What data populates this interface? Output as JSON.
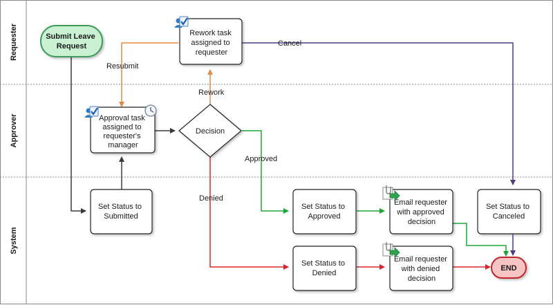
{
  "lanes": {
    "requester": "Requester",
    "approver": "Approver",
    "system": "System"
  },
  "nodes": {
    "start": [
      "Submit Leave",
      "Request"
    ],
    "rework": [
      "Rework task",
      "assigned to",
      "requester"
    ],
    "approval": [
      "Approval task",
      "assigned to",
      "requester's",
      "manager"
    ],
    "decision": "Decision",
    "submitted": [
      "Set Status to",
      "Submitted"
    ],
    "approved": [
      "Set Status to",
      "Approved"
    ],
    "denied": [
      "Set Status to",
      "Denied"
    ],
    "canceled": [
      "Set Status to",
      "Canceled"
    ],
    "email_approved": [
      "Email requester",
      "with approved",
      "decision"
    ],
    "email_denied": [
      "Email requester",
      "with denied",
      "decision"
    ],
    "end": "END"
  },
  "edges": {
    "resubmit": "Resubmit",
    "cancel": "Cancel",
    "rework": "Rework",
    "approved": "Approved",
    "denied": "Denied"
  },
  "colors": {
    "start_fill": "#c9f0d2",
    "start_stroke": "#3f9a5a",
    "end_fill": "#f7c3c3",
    "end_stroke": "#c0262a",
    "resubmit": "#e08a45",
    "cancel": "#4e3a82",
    "approved": "#1aa835",
    "denied": "#d9252a",
    "neutral": "#3a3a3a"
  },
  "icons": {
    "task": "user-task-icon",
    "clock": "clock-icon",
    "email": "email-script-icon"
  }
}
